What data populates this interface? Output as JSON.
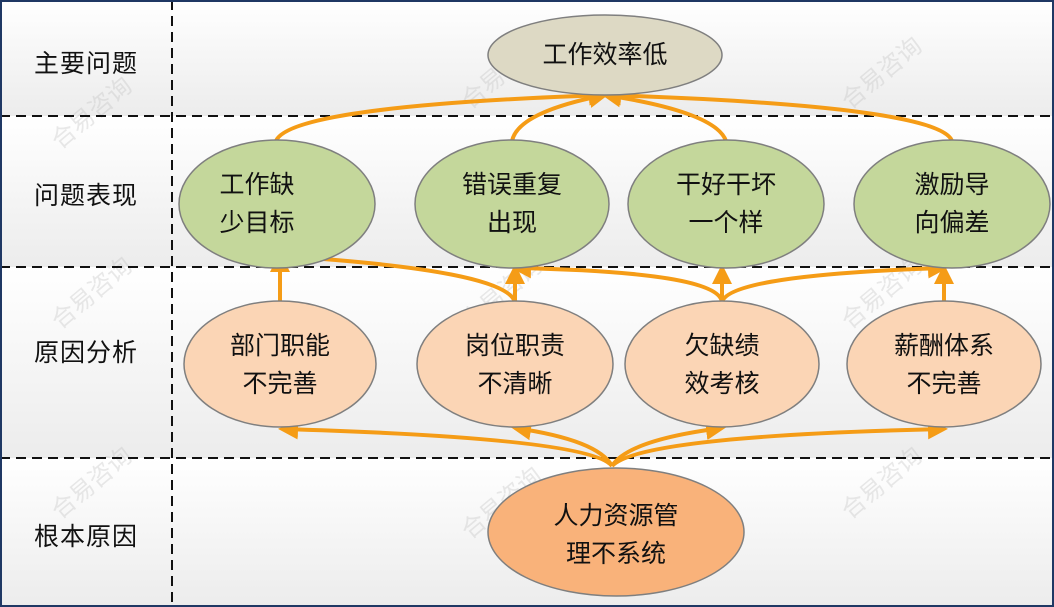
{
  "rows": {
    "main_problem": "主要问题",
    "symptoms": "问题表现",
    "causes": "原因分析",
    "root": "根本原因"
  },
  "nodes": {
    "top": "工作效率低",
    "s1": "工作缺\n少目标",
    "s2": "错误重复\n出现",
    "s3": "干好干坏\n一个样",
    "s4": "激励导\n向偏差",
    "c1": "部门职能\n不完善",
    "c2": "岗位职责\n不清晰",
    "c3": "欠缺绩\n效考核",
    "c4": "薪酬体系\n不完善",
    "root": "人力资源管\n理不系统"
  },
  "watermark": "合易咨询",
  "colors": {
    "top_fill": "#ddd9c4",
    "symptom_fill": "#c4d79b",
    "cause_fill": "#fbd5b5",
    "root_fill": "#f9b27a",
    "arrow": "#f59c16",
    "border": "#1f3864"
  }
}
